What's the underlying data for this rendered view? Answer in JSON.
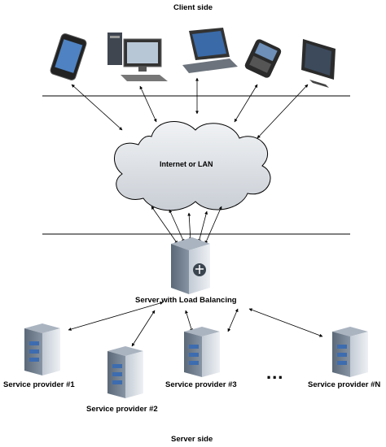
{
  "labels": {
    "client_side": "Client side",
    "server_side": "Server side",
    "cloud": "Internet or LAN",
    "server_lb": "Server with Load Balancing",
    "ellipsis": "..."
  },
  "clients": [
    {
      "icon": "smartphone-icon"
    },
    {
      "icon": "desktop-pc-icon"
    },
    {
      "icon": "laptop-icon"
    },
    {
      "icon": "mobile-phone-icon"
    },
    {
      "icon": "monitor-icon"
    }
  ],
  "providers": [
    {
      "label": "Service provider #1",
      "icon": "server-tower-icon"
    },
    {
      "label": "Service provider #2",
      "icon": "server-tower-icon"
    },
    {
      "label": "Service provider #3",
      "icon": "server-tower-icon"
    },
    {
      "label": "Service provider #N",
      "icon": "server-tower-icon"
    }
  ],
  "colors": {
    "cloud_fill": "#dde1e6",
    "server_body": "#9aa8b8",
    "server_face": "#ffffff",
    "connector": "#000000"
  }
}
